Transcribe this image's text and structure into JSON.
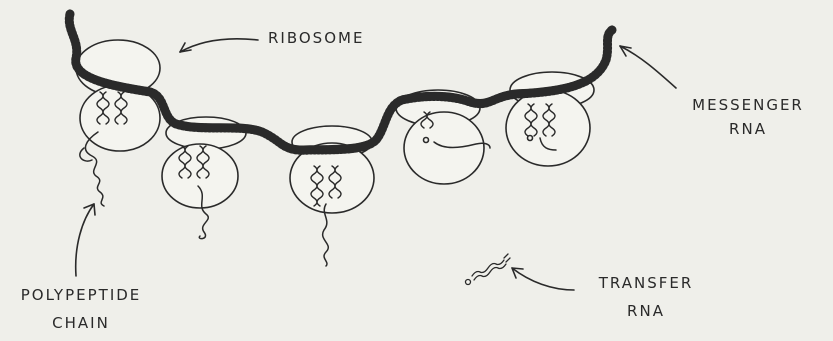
{
  "labels": {
    "ribosome": "RIBOSOME",
    "messenger_rna_line1": "MESSENGER",
    "messenger_rna_line2": "RNA",
    "polypeptide_line1": "POLYPEPTIDE",
    "polypeptide_line2": "CHAIN",
    "transfer_line1": "TRANSFER",
    "transfer_line2": "RNA"
  },
  "colors": {
    "background": "#efefea",
    "ink": "#2a2a2a"
  }
}
